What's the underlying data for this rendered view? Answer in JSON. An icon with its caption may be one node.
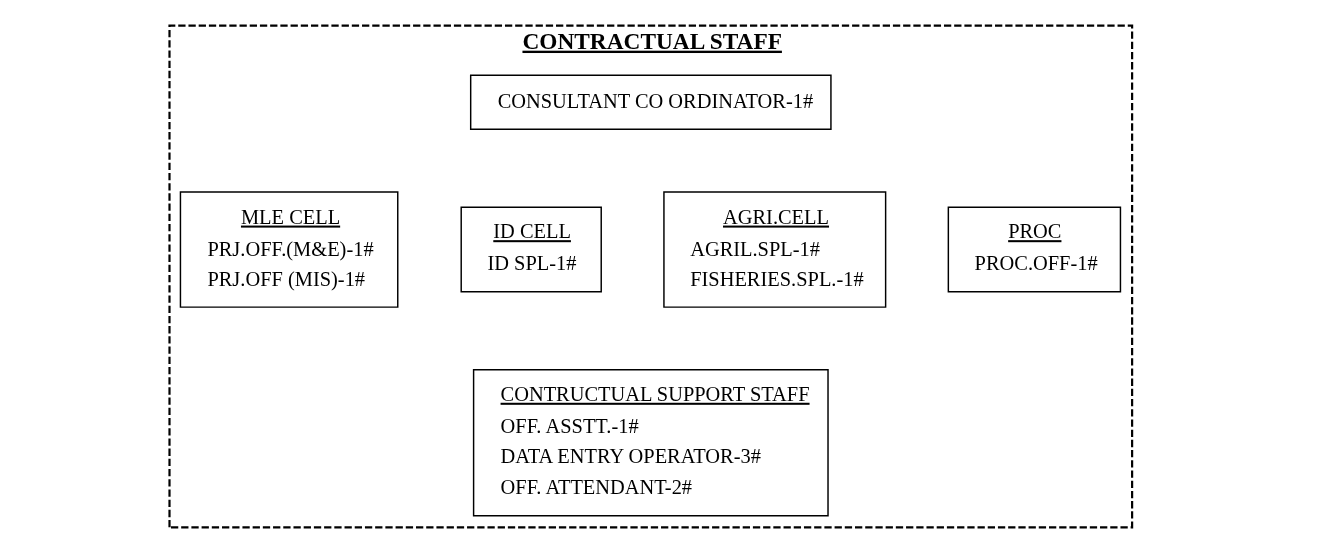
{
  "diagram": {
    "nodes": [
      {
        "text": [
          "CONTRACTUAL STAFF"
        ]
      },
      {
        "text": [
          "CONSULTANT CO ORDINATOR-1#"
        ],
        "in": 0
      },
      {
        "text": [
          "PROC",
          "PROC.OFF-1#"
        ],
        "in": 0
      },
      {
        "text": [
          "AGRI.CELL",
          "AGRIL.SPL-1#",
          "FISHERIES.SPL.-1#"
        ],
        "in": 0
      },
      {
        "text": [
          "ID CELL",
          "ID SPL-1#"
        ],
        "in": 0
      },
      {
        "text": [
          "MLE CELL",
          "PRJ.OFF.(M&E)-1#",
          "PRJ.OFF (MIS)-1#"
        ],
        "in": 0
      },
      {
        "text": [
          "CONTRUCTUAL SUPPORT STAFF",
          "OFF. ASSTT.-1#",
          "DATA ENTRY OPERATOR-3#",
          "OFF. ATTENDANT-2#"
        ],
        "in": 0
      }
    ],
    "edges": []
  }
}
